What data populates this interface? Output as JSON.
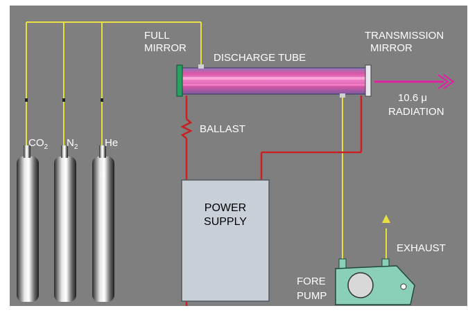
{
  "labels": {
    "full_mirror_1": "FULL",
    "full_mirror_2": "MIRROR",
    "discharge_tube": "DISCHARGE TUBE",
    "transmission_1": "TRANSMISSION",
    "transmission_2": "MIRROR",
    "wavelength": "10.6 μ",
    "radiation": "RADIATION",
    "ballast": "BALLAST",
    "power_supply_1": "POWER",
    "power_supply_2": "SUPPLY",
    "exhaust": "EXHAUST",
    "fore_pump_1": "FORE",
    "fore_pump_2": "PUMP",
    "gas_co2_main": "CO",
    "gas_co2_sub": "2",
    "gas_n2_main": "N",
    "gas_n2_sub": "2",
    "gas_he": "He"
  },
  "colors": {
    "background": "#7f7f7f",
    "gas_line": "#e8e040",
    "electric_line": "#c82020",
    "beam": "#e020a0",
    "tube_pink": "#e050a8",
    "panel": "#c8d0d8"
  }
}
